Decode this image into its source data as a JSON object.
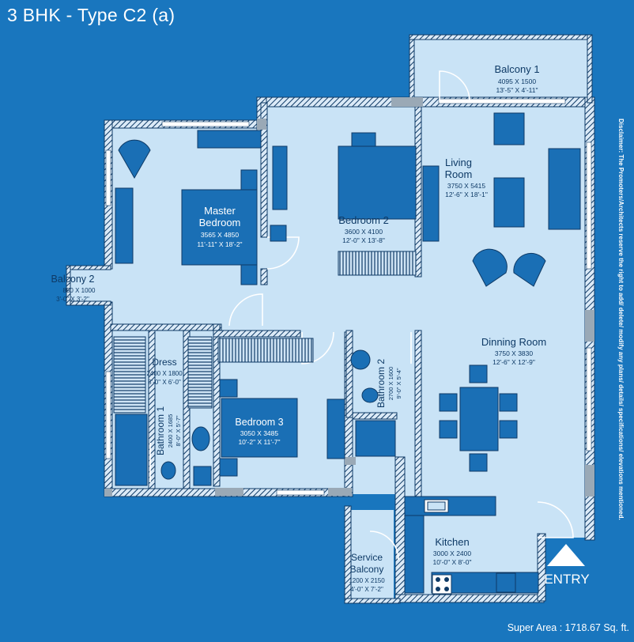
{
  "title": "3 BHK - Type C2 (a)",
  "super_area": "Super Area : 1718.67 Sq. ft.",
  "disclaimer": "Disclaimer: The Promoters/Architects reserve the right to add/ delete/ modify any plans/ details/ specifications/ elevations mentioned.",
  "entry_label": "ENTRY",
  "rooms": {
    "balcony1": {
      "name": "Balcony 1",
      "mm": "4095 X 1500",
      "ft": "13'-5\" X 4'-11\""
    },
    "balcony2": {
      "name": "Balcony 2",
      "mm": "850 X 1000",
      "ft": "3'-0\" X 3'-2\""
    },
    "living": {
      "name1": "Living",
      "name2": "Room",
      "mm": "3750 X 5415",
      "ft": "12'-6\" X 18'-1\""
    },
    "bedroom2": {
      "name": "Bedroom 2",
      "mm": "3600 X 4100",
      "ft": "12'-0\" X 13'-8\""
    },
    "master": {
      "name1": "Master",
      "name2": "Bedroom",
      "mm": "3565 X 4850",
      "ft": "11'-11\" X 18'-2\""
    },
    "dress": {
      "name": "Dress",
      "mm": "2400 X 1800",
      "ft": "8'-0\" X 6'-0\""
    },
    "bathroom1": {
      "name": "Bathroom 1",
      "mm": "2400 X 1685",
      "ft": "8'-0\" X 5'-7\""
    },
    "bedroom3": {
      "name": "Bedroom 3",
      "mm": "3050 X 3485",
      "ft": "10'-2\" X 11'-7\""
    },
    "bathroom2": {
      "name": "Bathroom 2",
      "mm": "2700 X 1600",
      "ft": "9'-0\" X 5'-4\""
    },
    "dining": {
      "name": "Dinning Room",
      "mm": "3750 X 3830",
      "ft": "12'-6\" X 12'-9\""
    },
    "kitchen": {
      "name": "Kitchen",
      "mm": "3000 X 2400",
      "ft": "10'-0\" X 8'-0\""
    },
    "service_balcony": {
      "name1": "Service",
      "name2": "Balcony",
      "mm": "1200 X 2150",
      "ft": "4'-0\" X 7'-2\""
    }
  }
}
